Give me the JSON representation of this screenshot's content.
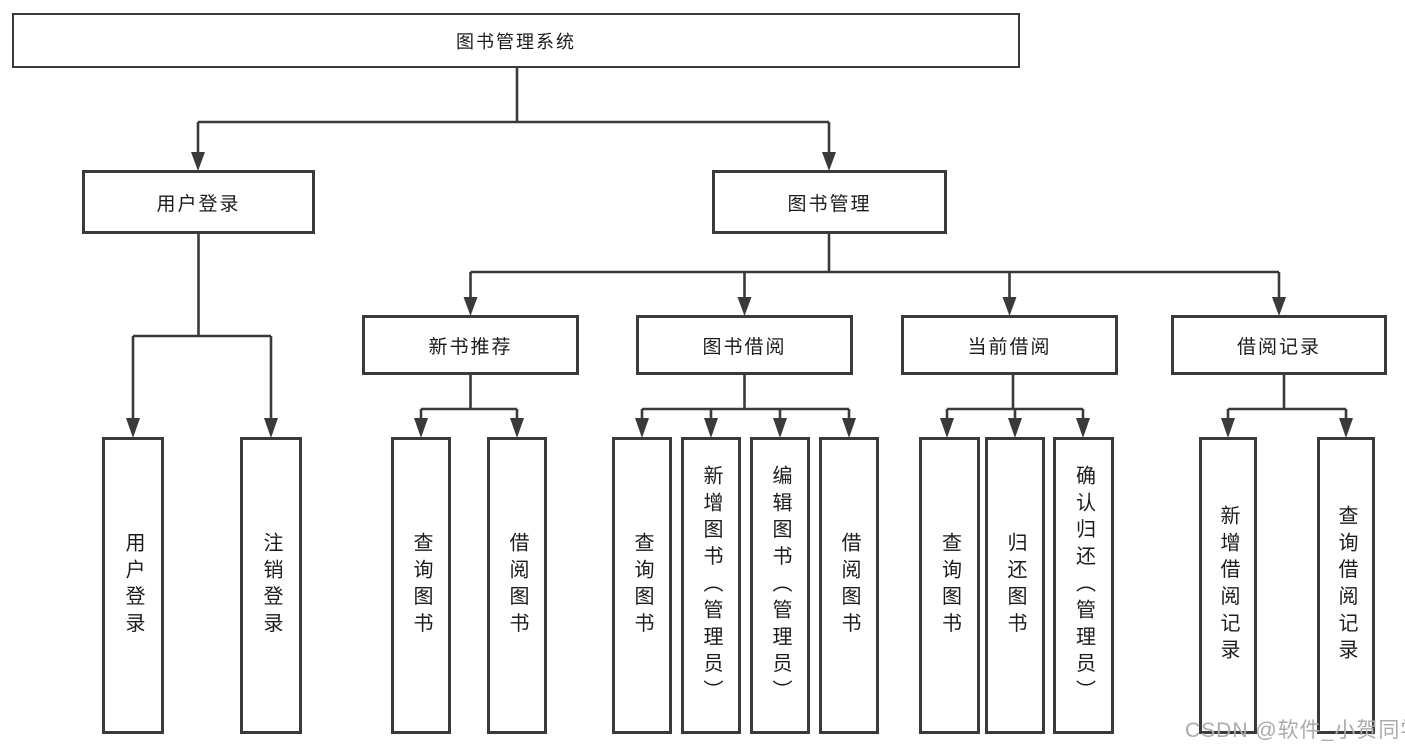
{
  "diagram": {
    "colors": {
      "line": "#3a3a3a",
      "box_border": "#3a3a3a",
      "text": "#1c1c1c",
      "background": "#ffffff",
      "watermark": "#ababab"
    },
    "tree": {
      "root": {
        "label": "图书管理系统",
        "children": [
          {
            "label": "用户登录",
            "children": [
              {
                "label": "用户登录"
              },
              {
                "label": "注销登录"
              }
            ]
          },
          {
            "label": "图书管理",
            "children": [
              {
                "label": "新书推荐",
                "children": [
                  {
                    "label": "查询图书"
                  },
                  {
                    "label": "借阅图书"
                  }
                ]
              },
              {
                "label": "图书借阅",
                "children": [
                  {
                    "label": "查询图书"
                  },
                  {
                    "label": "新增图书（管理员）"
                  },
                  {
                    "label": "编辑图书（管理员）"
                  },
                  {
                    "label": "借阅图书"
                  }
                ]
              },
              {
                "label": "当前借阅",
                "children": [
                  {
                    "label": "查询图书"
                  },
                  {
                    "label": "归还图书"
                  },
                  {
                    "label": "确认归还（管理员）"
                  }
                ]
              },
              {
                "label": "借阅记录",
                "children": [
                  {
                    "label": "新增借阅记录"
                  },
                  {
                    "label": "查询借阅记录"
                  }
                ]
              }
            ]
          }
        ]
      }
    },
    "watermark": {
      "text": "CSDN @软件_小贺同学"
    }
  }
}
